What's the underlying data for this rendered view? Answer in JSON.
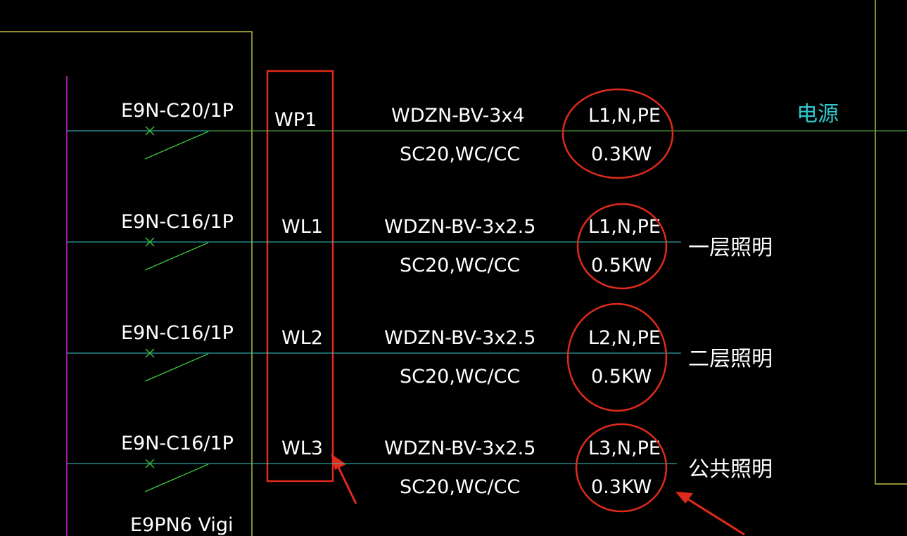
{
  "colors": {
    "background": "#000000",
    "bus_line": "#d020d0",
    "panel_frame": "#e6e64a",
    "circuit_line": "#35c8c8",
    "breaker_line": "#3cc83c",
    "mark_red": "#e02a1a",
    "power_line": "#5ab84a",
    "power_label": "#2ec8cc",
    "text": "#ffffff"
  },
  "source": {
    "label": "电源"
  },
  "rcd_label": "E9PN6  Vigi",
  "circuits": [
    {
      "breaker": "E9N-C20/1P",
      "circuit_id": "WP1",
      "cable": "WDZN-BV-3x4",
      "install": "SC20,WC/CC",
      "phase": "L1,N,PE",
      "power": "0.3KW",
      "load": ""
    },
    {
      "breaker": "E9N-C16/1P",
      "circuit_id": "WL1",
      "cable": "WDZN-BV-3x2.5",
      "install": "SC20,WC/CC",
      "phase": "L1,N,PE",
      "power": "0.5KW",
      "load": "一层照明"
    },
    {
      "breaker": "E9N-C16/1P",
      "circuit_id": "WL2",
      "cable": "WDZN-BV-3x2.5",
      "install": "SC20,WC/CC",
      "phase": "L2,N,PE",
      "power": "0.5KW",
      "load": "二层照明"
    },
    {
      "breaker": "E9N-C16/1P",
      "circuit_id": "WL3",
      "cable": "WDZN-BV-3x2.5",
      "install": "SC20,WC/CC",
      "phase": "L3,N,PE",
      "power": "0.3KW",
      "load": "公共照明"
    }
  ],
  "annotations": {
    "id_box_label": "circuit-id-highlight",
    "arrow_icons": [
      "arrow-up-left-icon",
      "arrow-up-left-icon"
    ]
  }
}
